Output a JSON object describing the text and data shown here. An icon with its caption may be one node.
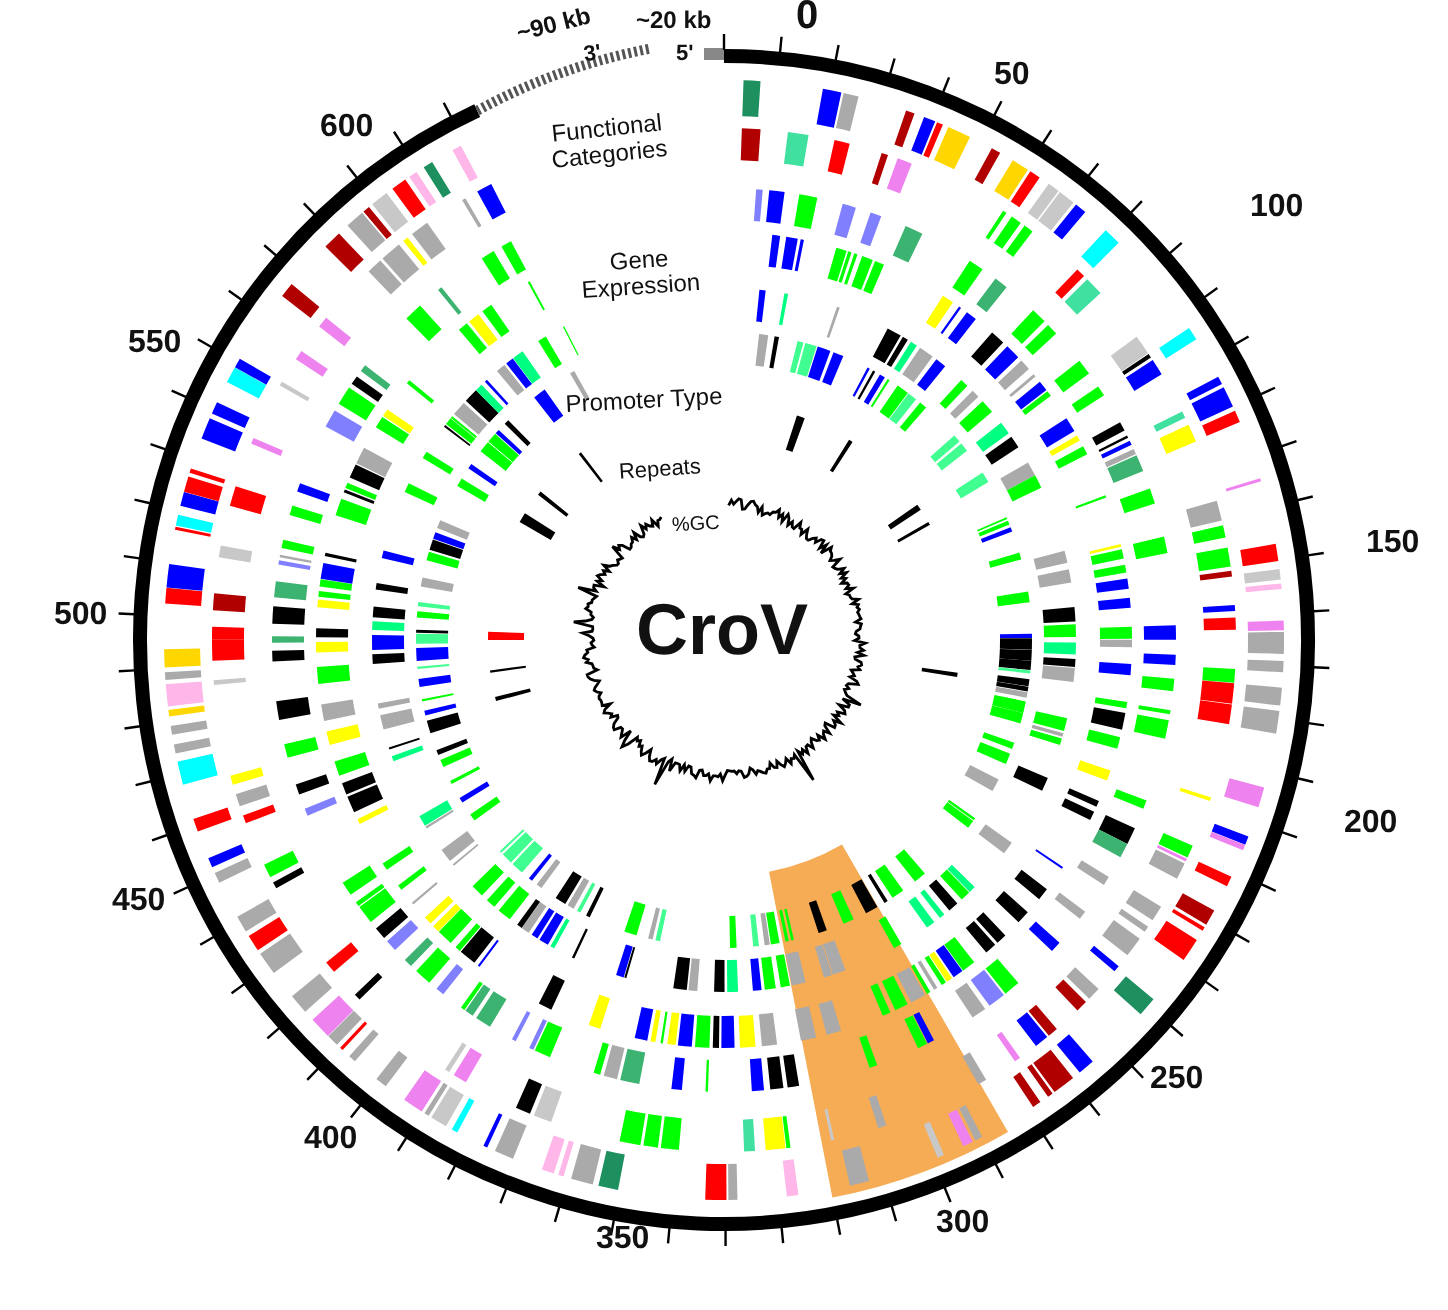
{
  "diagram": {
    "labels": [
      "~20 kb",
      "0",
      "5'",
      "~90 kb",
      "3'",
      "Functional Categories",
      "Gene Expression",
      "Promoter Type",
      "Repeats",
      "%GC",
      "CroV",
      "50",
      "100",
      "150",
      "200",
      "250",
      "300",
      "350",
      "400",
      "450",
      "500",
      "550",
      "600"
    ]
  }
}
